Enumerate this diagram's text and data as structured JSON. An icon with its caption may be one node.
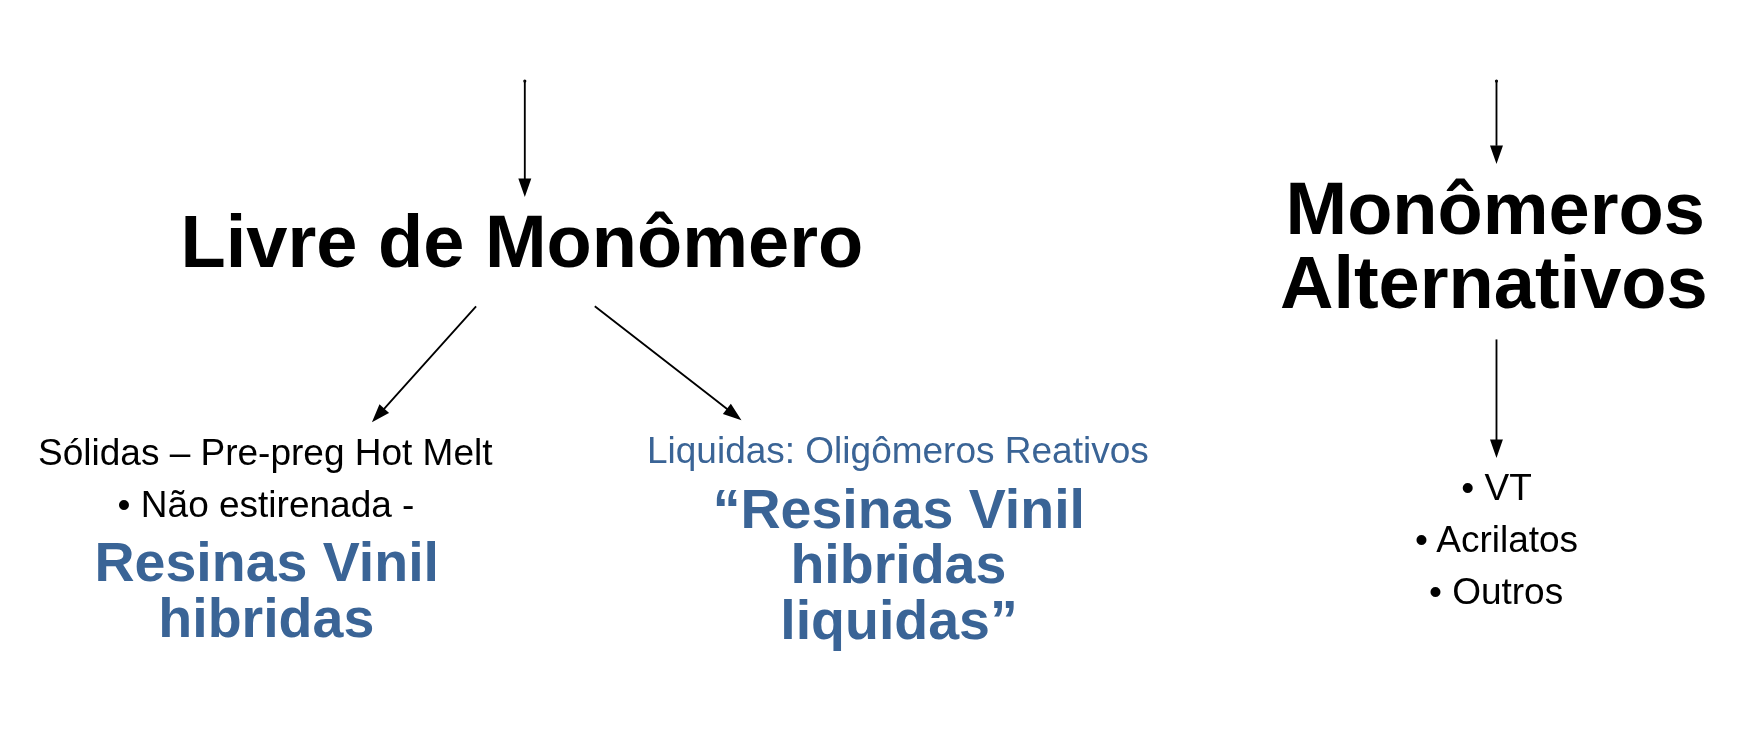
{
  "diagram": {
    "nodes": [
      {
        "text": [
          "Livre de Monômero"
        ]
      },
      {
        "text": [
          "Monômeros Alternativos"
        ]
      },
      {
        "text": [
          "Sólidas – Pre-preg Hot Melt",
          "• Não estirenada -",
          "Resinas Vinil hibridas"
        ]
      },
      {
        "text": [
          "Liquidas: Oligômeros Reativos",
          "“Resinas Vinil hibridas liquidas”"
        ]
      },
      {
        "text": [
          "• VT",
          "• Acrilatos",
          "• Outros"
        ]
      }
    ],
    "edges": [
      {
        "from": null,
        "to": 0,
        "arrow": "to"
      },
      {
        "from": null,
        "to": 1,
        "arrow": "to"
      },
      {
        "from": 0,
        "to": 2,
        "arrow": "to"
      },
      {
        "from": 0,
        "to": 3,
        "arrow": "to"
      },
      {
        "from": 1,
        "to": 4,
        "arrow": "to"
      }
    ]
  }
}
